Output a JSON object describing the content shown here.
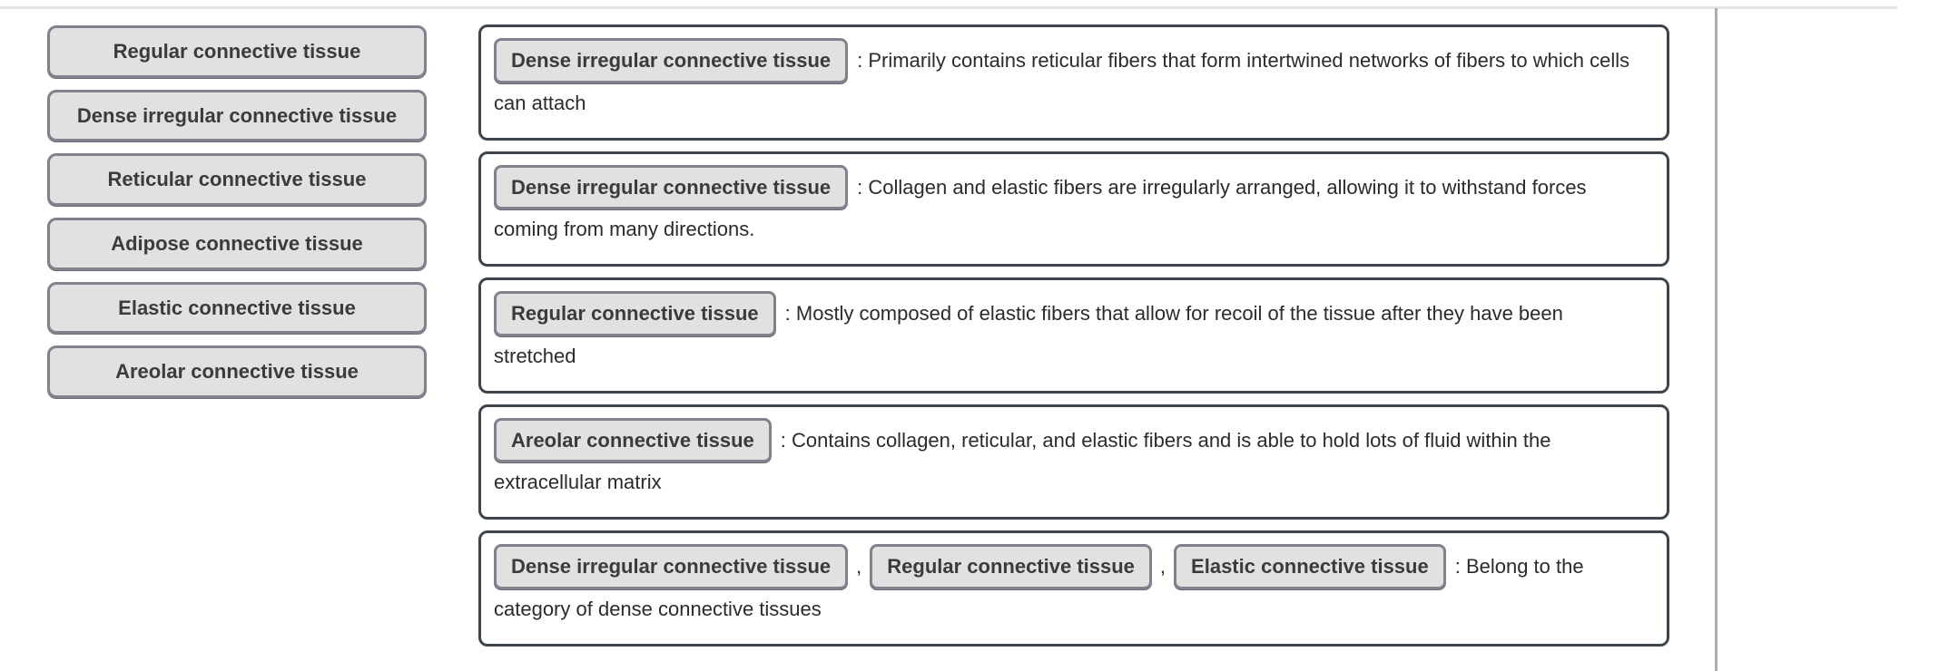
{
  "palette": {
    "chip_bg": "#e1e1e1",
    "chip_border": "#82828e",
    "chip_text": "#3b3b3b",
    "box_border": "#3e444b",
    "body_text": "#2b2b2b",
    "top_divider": "#e4e4e4",
    "side_divider": "#aeaeae"
  },
  "chip_separator": ",",
  "word_bank": {
    "items": [
      "Regular connective tissue",
      "Dense irregular connective tissue",
      "Reticular connective tissue",
      "Adipose connective tissue",
      "Elastic connective tissue",
      "Areolar connective tissue"
    ]
  },
  "answers": [
    {
      "chips": [
        "Dense irregular connective tissue"
      ],
      "text": ": Primarily contains reticular fibers that form intertwined networks of fibers to which cells can attach"
    },
    {
      "chips": [
        "Dense irregular connective tissue"
      ],
      "text": ": Collagen and elastic fibers are irregularly arranged, allowing it to withstand forces coming from many directions."
    },
    {
      "chips": [
        "Regular connective tissue"
      ],
      "text": ": Mostly composed of elastic fibers that allow for recoil of the tissue after they have been stretched"
    },
    {
      "chips": [
        "Areolar connective tissue"
      ],
      "text": ": Contains collagen, reticular, and elastic fibers and is able to hold lots of fluid within the extracellular matrix"
    },
    {
      "chips": [
        "Dense irregular connective tissue",
        "Regular connective tissue",
        "Elastic connective tissue"
      ],
      "text": ": Belong to the category of dense connective tissues"
    }
  ]
}
